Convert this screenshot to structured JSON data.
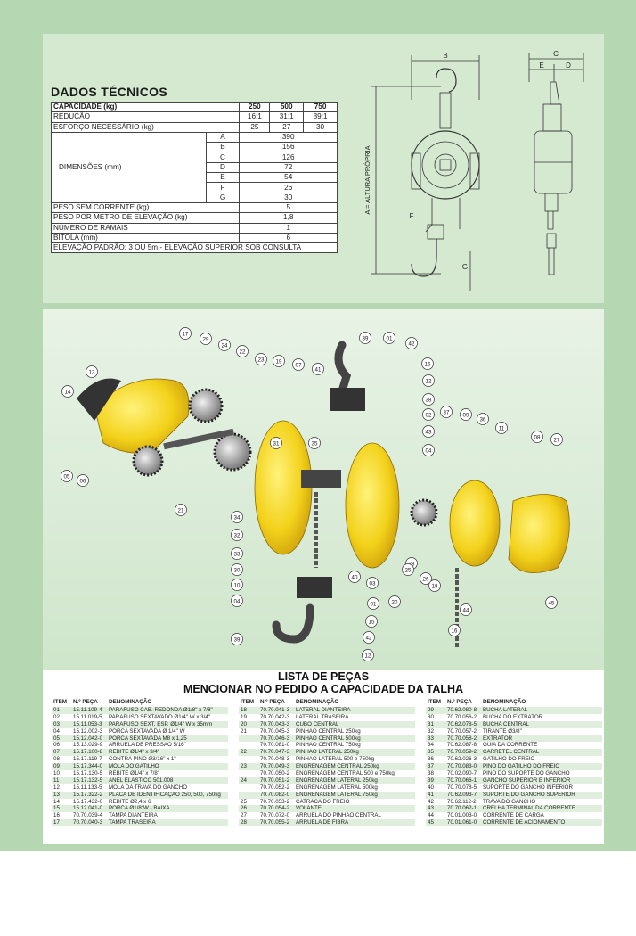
{
  "tech": {
    "title": "DADOS TÉCNICOS",
    "capacity_label": "CAPACIDADE (kg)",
    "capacities": [
      "250",
      "500",
      "750"
    ],
    "reduction_label": "REDUÇÃO",
    "reductions": [
      "16:1",
      "31:1",
      "39:1"
    ],
    "effort_label": "ESFORÇO NECESSÁRIO (kg)",
    "efforts": [
      "25",
      "27",
      "30"
    ],
    "dimensions_label": "DIMENSÕES (mm)",
    "dimensions": [
      {
        "letter": "A",
        "value": "390"
      },
      {
        "letter": "B",
        "value": "156"
      },
      {
        "letter": "C",
        "value": "126"
      },
      {
        "letter": "D",
        "value": "72"
      },
      {
        "letter": "E",
        "value": "54"
      },
      {
        "letter": "F",
        "value": "26"
      },
      {
        "letter": "G",
        "value": "30"
      }
    ],
    "weight_label": "PESO SEM CORRENTE (kg)",
    "weight": "5",
    "weight_per_m_label": "PESO POR METRO DE ELEVAÇÃO (kg)",
    "weight_per_m": "1,8",
    "branches_label": "NÚMERO DE RAMAIS",
    "branches": "1",
    "gauge_label": "BITOLA (mm)",
    "gauge": "6",
    "footer": "ELEVAÇÃO PADRÃO: 3 OU 5m - ELEVAÇÃO SUPERIOR SOB CONSULTA"
  },
  "drawing": {
    "labels": {
      "b": "B",
      "c": "C",
      "d": "D",
      "e": "E",
      "f": "F",
      "g": "G",
      "a_axis": "A = ALTURA PRÓPRIA"
    }
  },
  "callouts": [
    "17",
    "29",
    "24",
    "22",
    "23",
    "19",
    "39",
    "01",
    "42",
    "13",
    "14",
    "07",
    "41",
    "15",
    "12",
    "38",
    "02",
    "43",
    "04",
    "37",
    "09",
    "36",
    "11",
    "08",
    "27",
    "05",
    "06",
    "31",
    "35",
    "21",
    "34",
    "32",
    "33",
    "30",
    "10",
    "04",
    "40",
    "03",
    "20",
    "28",
    "25",
    "26",
    "18",
    "44",
    "45",
    "16",
    "01",
    "15",
    "42",
    "39",
    "12"
  ],
  "parts": {
    "title1": "LISTA DE PEÇAS",
    "title2": "MENCIONAR NO PEDIDO A CAPACIDADE DA TALHA",
    "headers": {
      "item": "ITEM",
      "part": "N.º PEÇA",
      "name": "DENOMINAÇÃO"
    },
    "col1": [
      [
        "01",
        "15.11.109-4",
        "PARAFUSO CAB. REDONDA Ø1/8\" x 7/8\""
      ],
      [
        "02",
        "15.11.019-5",
        "PARAFUSO SEXTAVADO Ø1/4\" W x 3/4\""
      ],
      [
        "03",
        "15.11.053-3",
        "PARAFUSO SEXT. ESP. Ø1/4\" W x 35mm"
      ],
      [
        "04",
        "15.12.002-3",
        "PORCA SEXTAVADA Ø 1/4\" W"
      ],
      [
        "05",
        "15.12.042-0",
        "PORCA SEXTAVADA  M8 x 1,25"
      ],
      [
        "06",
        "15.13.029-9",
        "ARRUELA DE PRESSÃO 5/16\""
      ],
      [
        "07",
        "15.17.100-8",
        "REBITE Ø1/4\" x 3/4\""
      ],
      [
        "08",
        "15.17.119-7",
        "CONTRA PINO Ø3/16\" x 1\""
      ],
      [
        "09",
        "15.17.344-0",
        "MOLA DO GATILHO"
      ],
      [
        "10",
        "15.17.130-5",
        "REBITE Ø1/4\" x 7/8\""
      ],
      [
        "11",
        "15.17.132-5",
        "ANEL ELÁSTICO 501.008"
      ],
      [
        "12",
        "15.11.133-5",
        "MOLA DA TRAVA DO GANCHO"
      ],
      [
        "13",
        "15.17.322-2",
        "PLACA DE IDENTIFICAÇÃO 250, 500, 750kg"
      ],
      [
        "14",
        "15.17.432-0",
        "REBITE Ø2,4 x 6"
      ],
      [
        "15",
        "15.12.041-0",
        "PORCA Ø1/8\"W - BAIXA"
      ],
      [
        "16",
        "70.70.039-4",
        "TAMPA DIANTEIRA"
      ],
      [
        "17",
        "70.70.040-3",
        "TAMPA TRASEIRA"
      ]
    ],
    "col2": [
      [
        "18",
        "70.70.041-3",
        "LATERAL DIANTEIRA"
      ],
      [
        "19",
        "70.70.042-3",
        "LATERAL TRASEIRA"
      ],
      [
        "20",
        "70.70.043-3",
        "CUBO CENTRAL"
      ],
      [
        "21",
        "70.70.045-3",
        "PINHÃO CENTRAL 250kg"
      ],
      [
        "",
        "70.70.046-3",
        "PINHÃO CENTRAL 500kg"
      ],
      [
        "",
        "70.70.081-0",
        "PINHÃO CENTRAL 750kg"
      ],
      [
        "22",
        "70.70.047-3",
        "PINHÃO LATERAL 250kg"
      ],
      [
        "",
        "70.70.048-3",
        "PINHÃO LATERAL 500 e 750kg"
      ],
      [
        "23",
        "70.70.049-3",
        "ENGRENAGEM CENTRAL 250kg"
      ],
      [
        "",
        "70.70.050-2",
        "ENGRENAGEM CENTRAL 500 e 750kg"
      ],
      [
        "24",
        "70.70.051-2",
        "ENGRENAGEM LATERAL 250kg"
      ],
      [
        "",
        "70.70.052-2",
        "ENGRENAGEM LATERAL 500kg"
      ],
      [
        "",
        "70.70.082-0",
        "ENGRENAGEM LATERAL 750kg"
      ],
      [
        "25",
        "70.70.053-2",
        "CATRACA DO FREIO"
      ],
      [
        "26",
        "70.70.054-2",
        "VOLANTE"
      ],
      [
        "27",
        "70.70.072-0",
        "ARRUELA DO PINHÃO CENTRAL"
      ],
      [
        "28",
        "70.70.055-2",
        "ARRUELA DE FIBRA"
      ]
    ],
    "col3": [
      [
        "29",
        "70.62.080-8",
        "BUCHA LATERAL"
      ],
      [
        "30",
        "70.70.056-2",
        "BUCHA DO EXTRATOR"
      ],
      [
        "31",
        "70.62.078-5",
        "BUCHA CENTRAL"
      ],
      [
        "32",
        "70.70.057-2",
        "TIRANTE Ø3/8\""
      ],
      [
        "33",
        "70.70.058-2",
        "EXTRATOR"
      ],
      [
        "34",
        "70.62.087-8",
        "GUIA DA CORRENTE"
      ],
      [
        "35",
        "70.70.059-2",
        "CARRETEL CENTRAL"
      ],
      [
        "36",
        "70.62.026-3",
        "GATILHO DO FREIO"
      ],
      [
        "37",
        "70.70.083-0",
        "PINO DO GATILHO DO FREIO"
      ],
      [
        "38",
        "70.02.090-7",
        "PINO DO SUPORTE DO GANCHO"
      ],
      [
        "39",
        "70.70.066-1",
        "GANCHO SUPERIOR E INFERIOR"
      ],
      [
        "40",
        "70.70.078-5",
        "SUPORTE DO GANCHO INFERIOR"
      ],
      [
        "41",
        "70.62.093-7",
        "SUPORTE DO GANCHO SUPERIOR"
      ],
      [
        "42",
        "70.62.112-2",
        "TRAVA DO GANCHO"
      ],
      [
        "43",
        "70.70.062-1",
        "CRELHA TERMINAL DA CORRENTE"
      ],
      [
        "44",
        "70.01.003-0",
        "CORRENTE DE CARGA"
      ],
      [
        "45",
        "70.01.061-0",
        "CORRENTE DE ACIONAMENTO"
      ]
    ]
  }
}
